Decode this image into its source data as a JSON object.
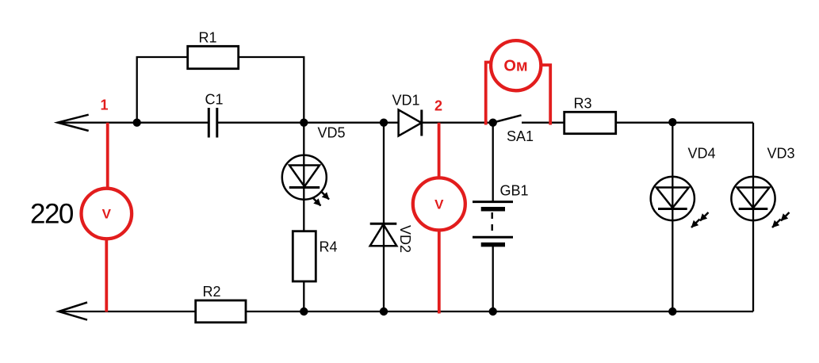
{
  "schematic": {
    "source": {
      "voltage": "220",
      "node_1": "1",
      "node_2": "2"
    },
    "meters": {
      "input_voltmeter": "V",
      "node2_voltmeter": "V",
      "ohmmeter": "Ом"
    },
    "labels": {
      "r1": "R1",
      "r2": "R2",
      "r3": "R3",
      "r4": "R4",
      "c1": "C1",
      "vd1": "VD1",
      "vd2": "VD2",
      "vd3": "VD3",
      "vd4": "VD4",
      "vd5": "VD5",
      "sa1": "SA1",
      "gb1": "GB1"
    },
    "colors": {
      "wire": "#000000",
      "probe_red": "#e21d1d",
      "background": "#ffffff"
    }
  }
}
